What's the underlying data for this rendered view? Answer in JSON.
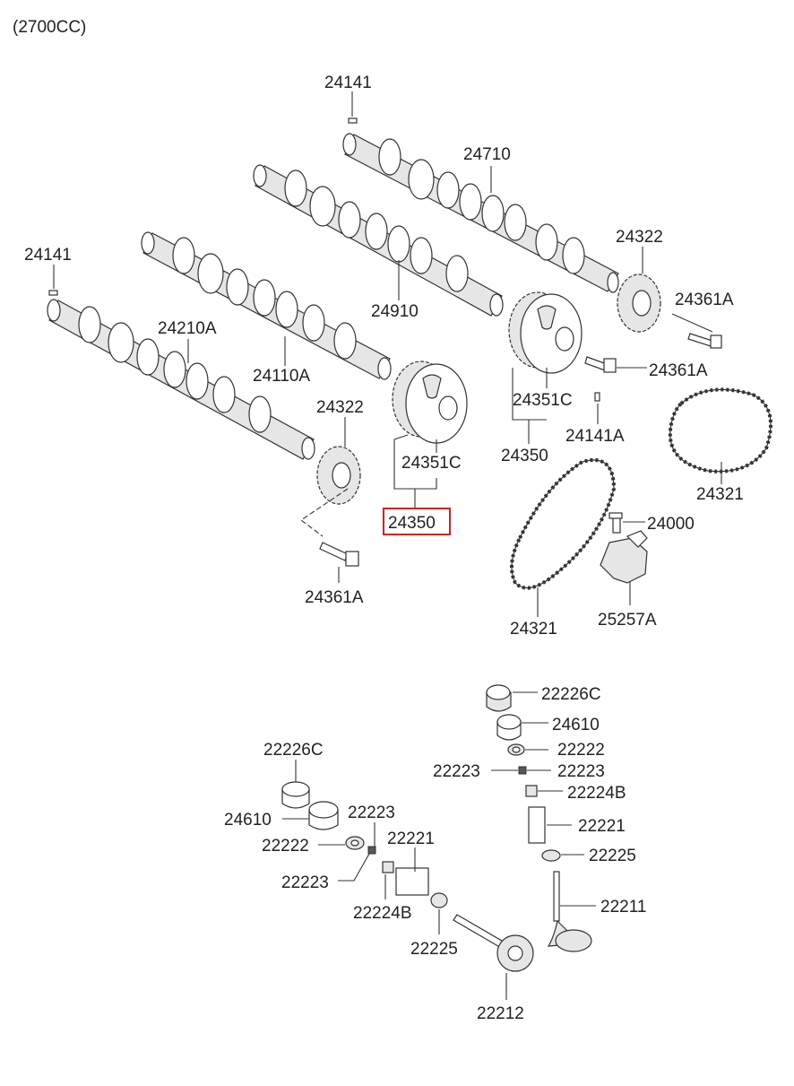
{
  "header": {
    "engine": "(2700CC)"
  },
  "labels": {
    "p24141_top": "24141",
    "p24710": "24710",
    "p24322_right": "24322",
    "p24141_left": "24141",
    "p24210A": "24210A",
    "p24910": "24910",
    "p24361A_r1": "24361A",
    "p24110A": "24110A",
    "p24361A_r2": "24361A",
    "p24322_left": "24322",
    "p24351C_mid": "24351C",
    "p24351C_right": "24351C",
    "p24141A": "24141A",
    "p24350_right": "24350",
    "p24321_right": "24321",
    "p24350_selected": "24350",
    "p24000": "24000",
    "p24361A_left": "24361A",
    "p25257A": "25257A",
    "p24321_mid": "24321",
    "p22226C_r": "22226C",
    "p24610_r": "24610",
    "p22222_r": "22222",
    "p22223_r1": "22223",
    "p22223_r2": "22223",
    "p22224B_r": "22224B",
    "p22221_r": "22221",
    "p22225_r": "22225",
    "p22211": "22211",
    "p22226C_l": "22226C",
    "p24610_l": "24610",
    "p22223_l1": "22223",
    "p22222_l": "22222",
    "p22221_l": "22221",
    "p22223_l2": "22223",
    "p22224B_l": "22224B",
    "p22225_l": "22225",
    "p22212": "22212"
  },
  "selection": {
    "highlight_color": "#d62020"
  }
}
